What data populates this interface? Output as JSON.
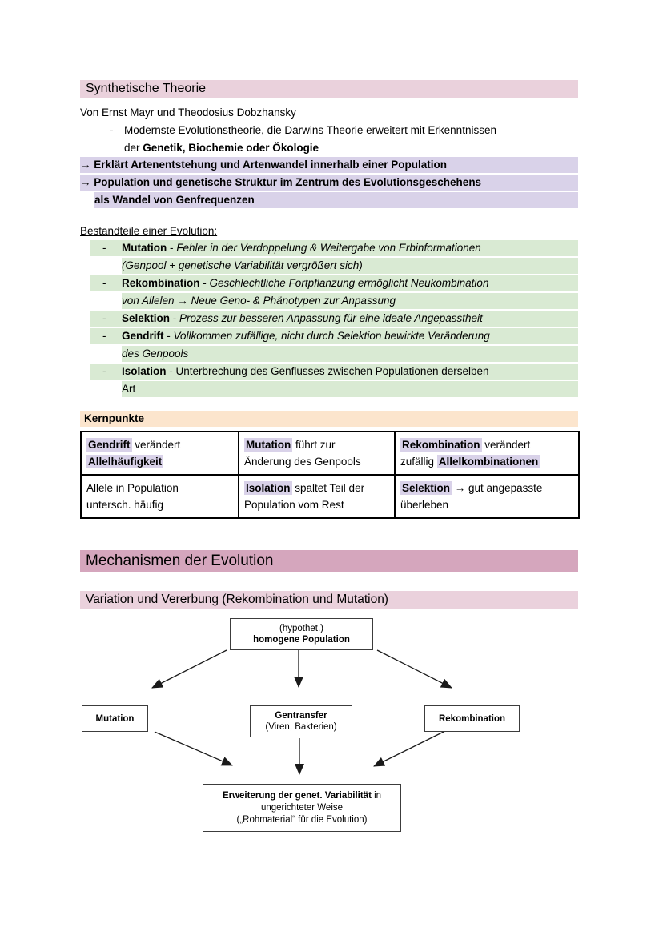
{
  "list_dash": "-",
  "colors": {
    "heading_pink": "#ead1dc",
    "heading_mauve": "#d5a6bd",
    "highlight_purple": "#d9d2e9",
    "highlight_green": "#d9ead3",
    "highlight_orange": "#fce5cd",
    "text": "#000000"
  },
  "headings": {
    "synthetische": "Synthetische Theorie",
    "mechanismen": "Mechanismen der Evolution",
    "variation": "Variation und Vererbung (Rekombination und Mutation)"
  },
  "intro": {
    "authors_line": "Von Ernst Mayr und Theodosius Dobzhansky",
    "bullet_lines": [
      {
        "indent": "dash",
        "seg": [
          {
            "t": "Modernste Evolutionstheorie, die Darwins Theorie erweitert mit Erkenntnissen"
          }
        ]
      },
      {
        "indent": "cont",
        "seg": [
          {
            "t": "der "
          },
          {
            "t": "Genetik, Biochemie oder Ökologie",
            "b": true
          }
        ]
      }
    ]
  },
  "arrow_block": {
    "lines": [
      {
        "indent": "none",
        "hl": "purple",
        "seg": [
          {
            "t": "→ Erklärt Artenentstehung und Artenwandel innerhalb einer Population",
            "b": true
          }
        ]
      },
      {
        "indent": "none",
        "hl": "purple",
        "seg": [
          {
            "t": "→ Population und genetische Struktur im Zentrum des Evolutionsgeschehens",
            "b": true
          }
        ]
      },
      {
        "indent": "sub",
        "hl": "purple",
        "seg": [
          {
            "t": "als Wandel von Genfrequenzen",
            "b": true
          }
        ]
      }
    ]
  },
  "bestandteile": {
    "heading": "Bestandteile einer Evolution:",
    "lines": [
      {
        "indent": "dash",
        "hl": "green",
        "seg": [
          {
            "t": "Mutation",
            "b": true
          },
          {
            "t": " - "
          },
          {
            "t": "Fehler in der Verdoppelung & Weitergabe von Erbinformationen",
            "i": true
          }
        ]
      },
      {
        "indent": "cont",
        "hl": "green",
        "seg": [
          {
            "t": "(Genpool + genetische Variabilität vergrößert sich)",
            "i": true
          }
        ]
      },
      {
        "indent": "dash",
        "hl": "green",
        "seg": [
          {
            "t": "Rekombination",
            "b": true
          },
          {
            "t": " - "
          },
          {
            "t": "Geschlechtliche Fortpflanzung ermöglicht Neukombination",
            "i": true
          }
        ]
      },
      {
        "indent": "cont",
        "hl": "green",
        "seg": [
          {
            "t": "von Allelen → Neue Geno- & Phänotypen zur Anpassung",
            "i": true
          }
        ]
      },
      {
        "indent": "dash",
        "hl": "green",
        "seg": [
          {
            "t": "Selektion",
            "b": true
          },
          {
            "t": " - "
          },
          {
            "t": "Prozess zur besseren Anpassung für eine ideale Angepasstheit",
            "i": true
          }
        ]
      },
      {
        "indent": "dash",
        "hl": "green",
        "seg": [
          {
            "t": "Gendrift",
            "b": true
          },
          {
            "t": " - "
          },
          {
            "t": "Vollkommen zufällige, nicht durch Selektion bewirkte Veränderung",
            "i": true
          }
        ]
      },
      {
        "indent": "cont",
        "hl": "green",
        "seg": [
          {
            "t": "des Genpools",
            "i": true
          }
        ]
      },
      {
        "indent": "dash",
        "hl": "green",
        "seg": [
          {
            "t": "Isolation",
            "b": true
          },
          {
            "t": " - Unterbrechung des Genflusses zwischen Populationen derselben"
          }
        ]
      },
      {
        "indent": "cont",
        "hl": "green",
        "seg": [
          {
            "t": "Art"
          }
        ]
      }
    ]
  },
  "kernpunkte": {
    "heading": "Kernpunkte",
    "cells": {
      "r0c0": {
        "lines": [
          [
            {
              "t": "Gendrift",
              "b": true,
              "hl": "purple"
            },
            {
              "t": " verändert"
            }
          ],
          [
            {
              "t": "Allelhäufigkeit",
              "b": true,
              "hl": "purple"
            }
          ]
        ]
      },
      "r0c1": {
        "lines": [
          [
            {
              "t": "Mutation",
              "b": true,
              "hl": "purple"
            },
            {
              "t": " führt zur"
            }
          ],
          [
            {
              "t": "Änderung des Genpools"
            }
          ]
        ]
      },
      "r0c2": {
        "lines": [
          [
            {
              "t": "Rekombination",
              "b": true,
              "hl": "purple"
            },
            {
              "t": " verändert"
            }
          ],
          [
            {
              "t": "zufällig "
            },
            {
              "t": "Allelkombinationen",
              "b": true,
              "hl": "purple"
            }
          ]
        ]
      },
      "r1c0": {
        "lines": [
          [
            {
              "t": "Allele in Population"
            }
          ],
          [
            {
              "t": "untersch. häufig"
            }
          ]
        ]
      },
      "r1c1": {
        "lines": [
          [
            {
              "t": "Isolation",
              "b": true,
              "hl": "purple"
            },
            {
              "t": " spaltet Teil der"
            }
          ],
          [
            {
              "t": "Population vom Rest"
            }
          ]
        ]
      },
      "r1c2": {
        "lines": [
          [
            {
              "t": "Selektion",
              "b": true,
              "hl": "purple"
            },
            {
              "t": " → gut angepasste"
            }
          ],
          [
            {
              "t": "überleben"
            }
          ]
        ]
      }
    }
  },
  "diagram": {
    "top_box": {
      "lines": [
        [
          {
            "t": "(hypothet.)"
          }
        ],
        [
          {
            "t": "homogene Population",
            "b": true
          }
        ]
      ]
    },
    "mutation_box": {
      "lines": [
        [
          {
            "t": "Mutation",
            "b": true
          }
        ]
      ]
    },
    "gentransfer_box": {
      "lines": [
        [
          {
            "t": "Gentransfer",
            "b": true
          }
        ],
        [
          {
            "t": "(Viren, Bakterien)"
          }
        ]
      ]
    },
    "rekombination_box": {
      "lines": [
        [
          {
            "t": "Rekombination",
            "b": true
          }
        ]
      ]
    },
    "result_box": {
      "lines": [
        [
          {
            "t": "Erweiterung der genet. Variabilität",
            "b": true
          },
          {
            "t": " in"
          }
        ],
        [
          {
            "t": "ungerichteter Weise"
          }
        ],
        [
          {
            "t": "(„Rohmaterial“ für die Evolution)"
          }
        ]
      ]
    }
  }
}
